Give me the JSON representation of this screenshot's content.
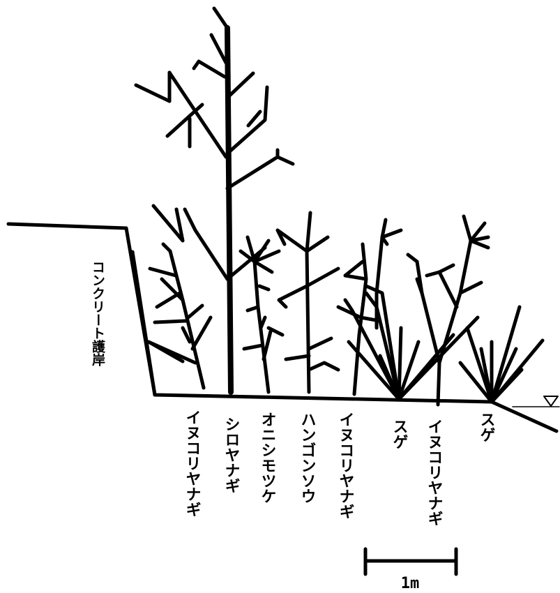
{
  "bank_label": "コンクリート護岸",
  "plant_labels": [
    "イヌコリヤナギ",
    "シロヤナギ",
    "オニシモツケ",
    "ハンゴンソウ",
    "イヌコリヤナギ",
    "スゲ",
    "イヌコリヤナギ",
    "スゲ"
  ],
  "water_level_symbol": "▽",
  "scale_bar_label": "1m"
}
